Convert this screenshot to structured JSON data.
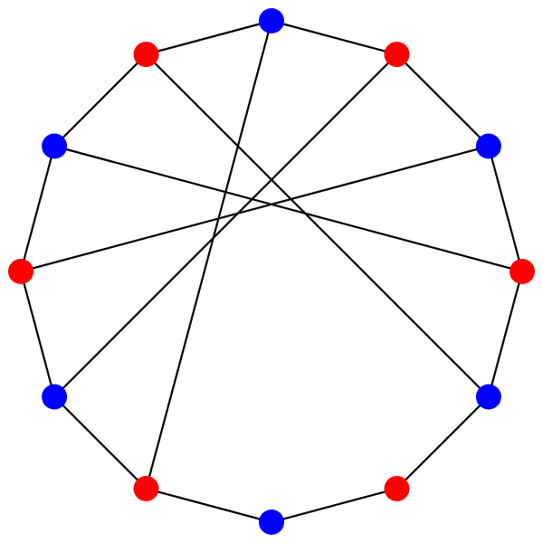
{
  "graph": {
    "node_count": 12,
    "colors": {
      "red": "#ff0000",
      "blue": "#0000ff",
      "edge": "#000000",
      "background": "#ffffff"
    },
    "nodes": [
      {
        "id": 0,
        "color": "blue"
      },
      {
        "id": 1,
        "color": "red"
      },
      {
        "id": 2,
        "color": "blue"
      },
      {
        "id": 3,
        "color": "red"
      },
      {
        "id": 4,
        "color": "blue"
      },
      {
        "id": 5,
        "color": "red"
      },
      {
        "id": 6,
        "color": "blue"
      },
      {
        "id": 7,
        "color": "red"
      },
      {
        "id": 8,
        "color": "blue"
      },
      {
        "id": 9,
        "color": "red"
      },
      {
        "id": 10,
        "color": "blue"
      },
      {
        "id": 11,
        "color": "red"
      }
    ],
    "edges": [
      [
        0,
        1
      ],
      [
        1,
        2
      ],
      [
        2,
        3
      ],
      [
        3,
        4
      ],
      [
        4,
        5
      ],
      [
        5,
        6
      ],
      [
        6,
        7
      ],
      [
        7,
        8
      ],
      [
        8,
        9
      ],
      [
        9,
        10
      ],
      [
        10,
        11
      ],
      [
        11,
        0
      ],
      [
        0,
        7
      ],
      [
        1,
        8
      ],
      [
        2,
        9
      ],
      [
        3,
        10
      ],
      [
        4,
        11
      ],
      [
        5,
        6
      ]
    ],
    "chords": [
      [
        0,
        7
      ],
      [
        1,
        8
      ],
      [
        2,
        9
      ],
      [
        3,
        10
      ],
      [
        4,
        11
      ]
    ]
  }
}
